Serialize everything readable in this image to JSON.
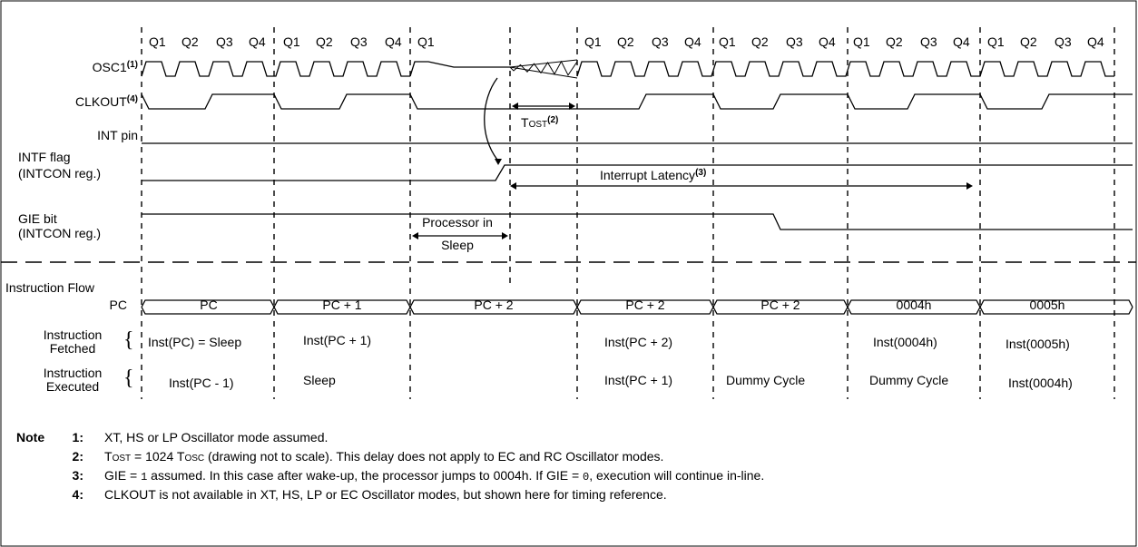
{
  "quarters": [
    "Q1",
    "Q2",
    "Q3",
    "Q4"
  ],
  "q1_alone": "Q1",
  "signals": {
    "osc1": "OSC1",
    "osc1_note": "(1)",
    "clkout": "CLKOUT",
    "clkout_note": "(4)",
    "int_pin": "INT pin",
    "intf_line1": "INTF flag",
    "intf_line2": "(INTCON reg.)",
    "gie_line1": "GIE bit",
    "gie_line2": "(INTCON reg.)",
    "instruction_flow": "Instruction Flow",
    "pc": "PC",
    "fetched_line1": "Instruction",
    "fetched_line2": "Fetched",
    "executed_line1": "Instruction",
    "executed_line2": "Executed",
    "brace": "{"
  },
  "annotations": {
    "tost_t": "T",
    "tost_sub": "OST",
    "tost_note": "(2)",
    "interrupt_latency": "Interrupt Latency",
    "interrupt_latency_note": "(3)",
    "processor_in": "Processor in",
    "sleep": "Sleep"
  },
  "pc_values": [
    "PC",
    "PC + 1",
    "PC + 2",
    "PC + 2",
    "PC + 2",
    "0004h",
    "0005h"
  ],
  "fetched": [
    "Inst(PC) = Sleep",
    "Inst(PC + 1)",
    "Inst(PC + 2)",
    "Inst(0004h)",
    "Inst(0005h)"
  ],
  "executed": [
    "Inst(PC - 1)",
    "Sleep",
    "Inst(PC + 1)",
    "Dummy Cycle",
    "Dummy Cycle",
    "Inst(0004h)"
  ],
  "notes": {
    "title": "Note",
    "n1": "1:",
    "t1": "XT, HS or LP Oscillator mode assumed.",
    "n2": "2:",
    "t2_tost_t": "T",
    "t2_tost_sub": "OST",
    "t2_eq": " = 1024 ",
    "t2_tosc_t": "T",
    "t2_tosc_sub": "OSC",
    "t2_rest": " (drawing not to scale). This delay does not apply to EC and RC Oscillator modes.",
    "n3": "3:",
    "t3_a": "GIE = ",
    "t3_one": "1",
    "t3_b": " assumed. In this case after wake-up, the processor jumps to 0004h. If GIE = ",
    "t3_zero": "0",
    "t3_c": ", execution will continue in-line.",
    "n4": "4:",
    "t4": "CLKOUT is not available in XT, HS, LP or EC Oscillator modes, but shown here for timing reference."
  }
}
